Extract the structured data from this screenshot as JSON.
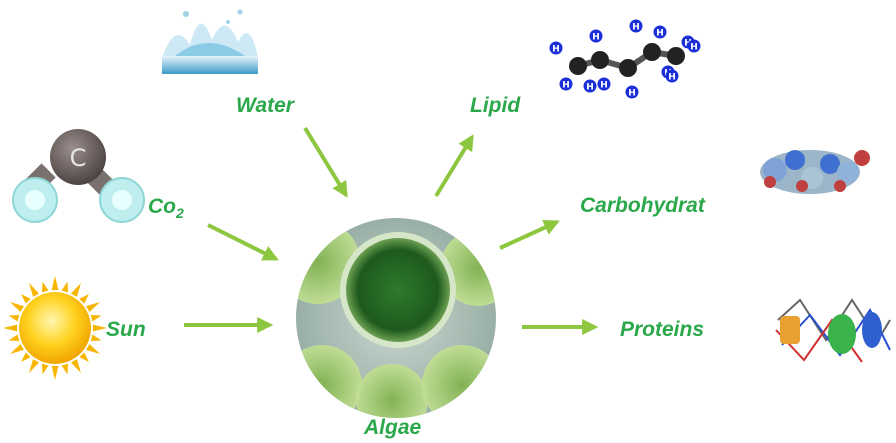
{
  "diagram": {
    "center": {
      "label": "Algae"
    },
    "inputs": [
      {
        "id": "water",
        "label": "Water",
        "icon": "water-splash-icon"
      },
      {
        "id": "co2",
        "label": "Co",
        "subscript": "2",
        "icon": "co2-molecule-icon"
      },
      {
        "id": "sun",
        "label": "Sun",
        "icon": "sun-icon"
      }
    ],
    "outputs": [
      {
        "id": "lipid",
        "label": "Lipid",
        "icon": "lipid-molecule-icon"
      },
      {
        "id": "carbohydrat",
        "label": "Carbohydrat",
        "icon": "carbohydrate-molecule-icon"
      },
      {
        "id": "proteins",
        "label": "Proteins",
        "icon": "protein-structure-icon"
      }
    ],
    "molecule_atom_labels": {
      "carbon": "C",
      "hydrogen": "H"
    }
  },
  "colors": {
    "label": "#2aa84a",
    "arrow": "#8dc63f"
  }
}
